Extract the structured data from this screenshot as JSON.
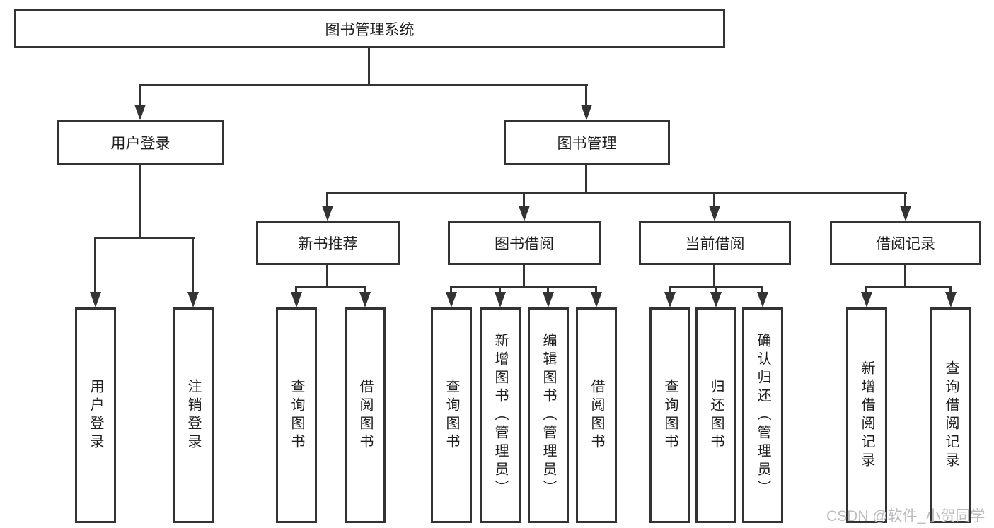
{
  "tree": {
    "root": {
      "label": "图书管理系统"
    },
    "level2": [
      {
        "label": "用户登录",
        "leaves": [
          "用户登录",
          "注销登录"
        ]
      },
      {
        "label": "图书管理"
      }
    ],
    "level3": [
      {
        "label": "新书推荐",
        "leaves": [
          "查询图书",
          "借阅图书"
        ]
      },
      {
        "label": "图书借阅",
        "leaves": [
          "查询图书",
          "新增图书（管理员）",
          "编辑图书（管理员）",
          "借阅图书"
        ]
      },
      {
        "label": "当前借阅",
        "leaves": [
          "查询图书",
          "归还图书",
          "确认归还（管理员）"
        ]
      },
      {
        "label": "借阅记录",
        "leaves": [
          "新增借阅记录",
          "查询借阅记录"
        ]
      }
    ]
  },
  "watermark": "CSDN @软件_小贺同学",
  "colors": {
    "line": "#333333",
    "border": "#333333",
    "text": "#1f1f1f",
    "watermark": "#b9bcc0",
    "background": "#ffffff"
  }
}
